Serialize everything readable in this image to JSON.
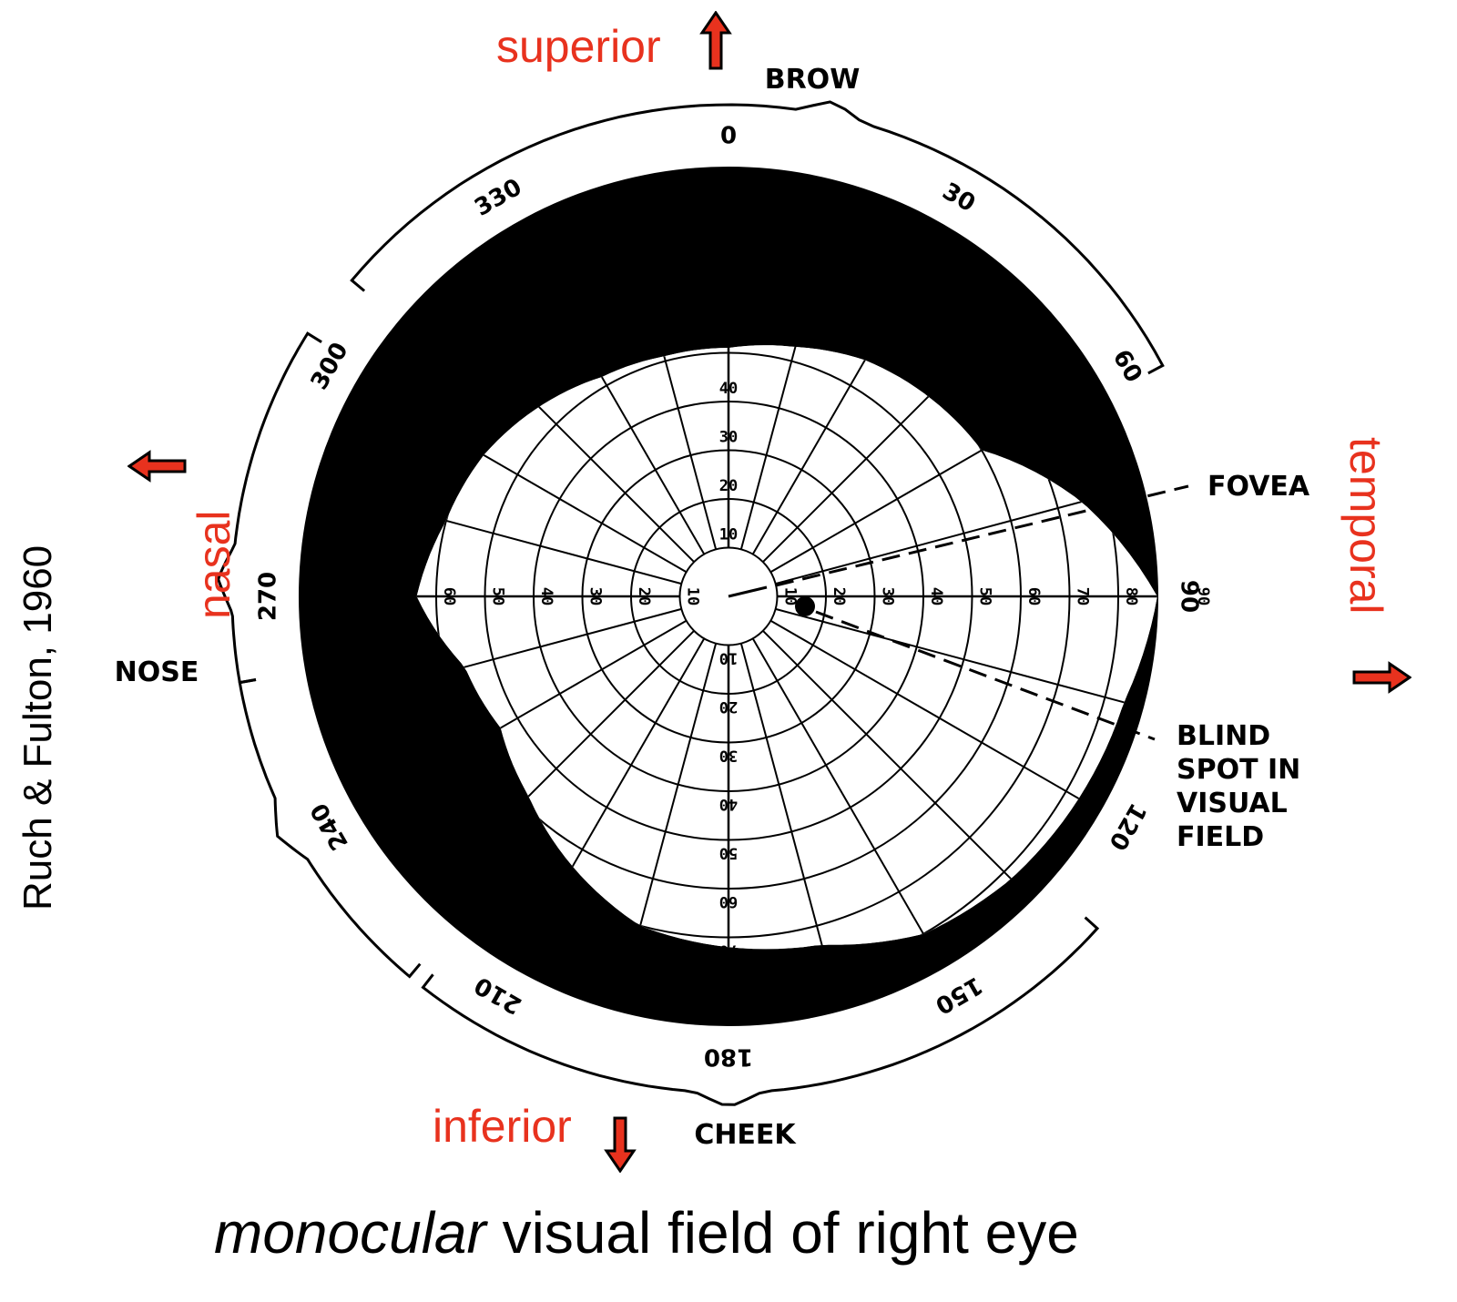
{
  "directions": {
    "superior": "superior",
    "inferior": "inferior",
    "nasal": "nasal",
    "temporal": "temporal"
  },
  "labels": {
    "brow": "BROW",
    "cheek": "CHEEK",
    "nose": "NOSE",
    "fovea": "FOVEA",
    "blind_spot": [
      "BLIND",
      "SPOT IN",
      "VISUAL",
      "FIELD"
    ]
  },
  "angle_labels": [
    "0",
    "30",
    "60",
    "90",
    "120",
    "150",
    "180",
    "210",
    "240",
    "270",
    "300",
    "330"
  ],
  "eccentricity_labels": [
    "10",
    "20",
    "30",
    "40",
    "50",
    "60",
    "70",
    "80",
    "90"
  ],
  "credit": "Ruch & Fulton, 1960",
  "caption": {
    "emphasis": "monocular",
    "rest": " visual field of right eye"
  },
  "colors": {
    "accent_red": "#e8321e",
    "ink": "#000000",
    "background": "#ffffff"
  }
}
